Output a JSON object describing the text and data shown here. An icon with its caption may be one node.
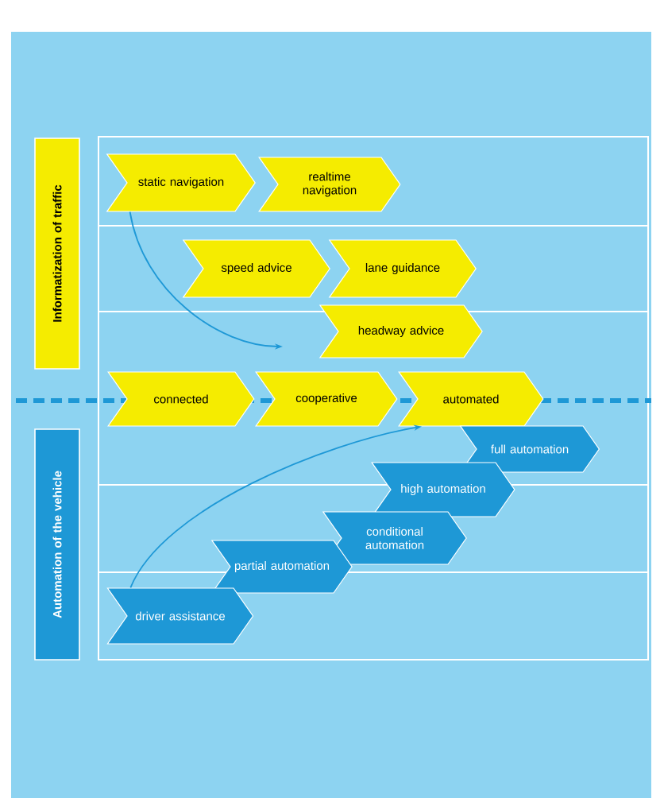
{
  "diagram": {
    "nodes": [
      {
        "text": [
          "Informatization of traffic"
        ]
      },
      {
        "text": [
          "Automation of the vehicle"
        ]
      },
      {
        "text": [
          "static navigation"
        ]
      },
      {
        "text": [
          "realtime navigation"
        ]
      },
      {
        "text": [
          "speed advice"
        ]
      },
      {
        "text": [
          "lane guidance"
        ]
      },
      {
        "text": [
          "headway advice"
        ]
      },
      {
        "text": [
          "connected"
        ]
      },
      {
        "text": [
          "cooperative"
        ]
      },
      {
        "text": [
          "automated"
        ]
      },
      {
        "text": [
          "full automation"
        ]
      },
      {
        "text": [
          "high automation"
        ]
      },
      {
        "text": [
          "conditional automation"
        ]
      },
      {
        "text": [
          "partial automation"
        ]
      },
      {
        "text": [
          "driver assistance"
        ]
      }
    ],
    "edges": [
      {
        "from": 2,
        "to": null,
        "arrow": "to"
      },
      {
        "from": 14,
        "to": 9,
        "arrow": "to"
      }
    ]
  }
}
